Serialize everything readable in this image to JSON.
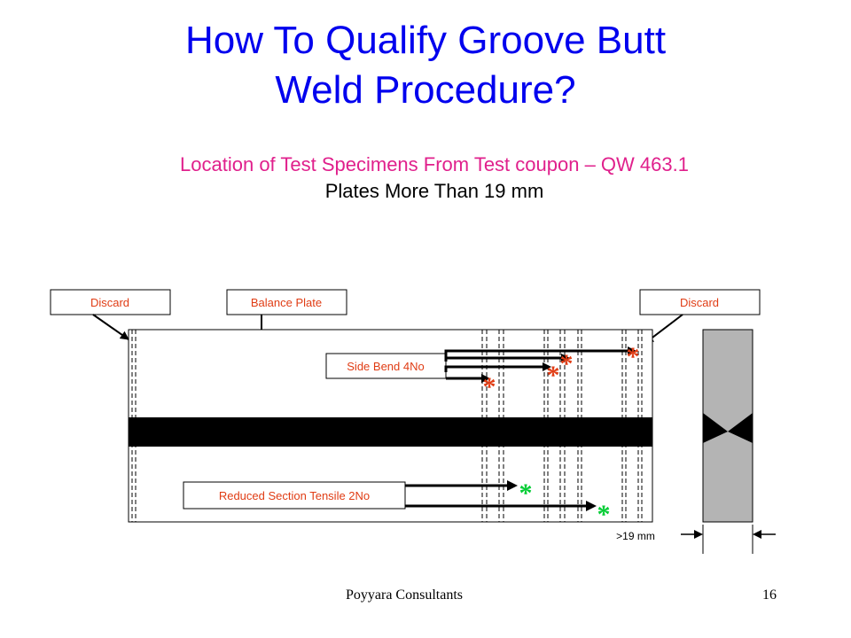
{
  "title_line1": "How To Qualify Groove Butt",
  "title_line2": "Weld Procedure?",
  "subtitle": "Location of Test Specimens From Test coupon – QW 463.1",
  "subtitle2": "Plates More Than 19 mm",
  "labels": {
    "discard_left": "Discard",
    "balance_plate": "Balance Plate",
    "discard_right": "Discard",
    "side_bend": "Side Bend 4No",
    "tensile": "Reduced Section Tensile 2No",
    "thickness": ">19 mm"
  },
  "marker": "*",
  "footer": {
    "company": "Poyyara Consultants",
    "page": "16"
  },
  "colors": {
    "title": "#0000ee",
    "subtitle": "#e0208c",
    "label_text": "#e03c14",
    "bend_marker": "#e03c14",
    "tensile_marker": "#00cc33",
    "weld_band": "#000000",
    "section_fill": "#b4b4b4"
  }
}
